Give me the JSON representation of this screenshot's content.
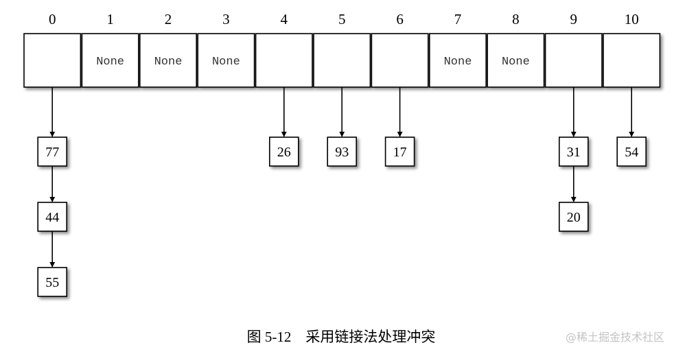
{
  "figure": {
    "caption": "图 5-12　采用链接法处理冲突",
    "slots": [
      {
        "index": "0",
        "label": "",
        "chain": [
          "77",
          "44",
          "55"
        ]
      },
      {
        "index": "1",
        "label": "None",
        "chain": []
      },
      {
        "index": "2",
        "label": "None",
        "chain": []
      },
      {
        "index": "3",
        "label": "None",
        "chain": []
      },
      {
        "index": "4",
        "label": "",
        "chain": [
          "26"
        ]
      },
      {
        "index": "5",
        "label": "",
        "chain": [
          "93"
        ]
      },
      {
        "index": "6",
        "label": "",
        "chain": [
          "17"
        ]
      },
      {
        "index": "7",
        "label": "None",
        "chain": []
      },
      {
        "index": "8",
        "label": "None",
        "chain": []
      },
      {
        "index": "9",
        "label": "",
        "chain": [
          "31",
          "20"
        ]
      },
      {
        "index": "10",
        "label": "",
        "chain": [
          "54"
        ]
      }
    ]
  },
  "watermark": "@稀土掘金技术社区",
  "colors": {
    "stroke": "#000000",
    "cell_fill": "#ffffff",
    "shadow": "#9a9a9a"
  }
}
